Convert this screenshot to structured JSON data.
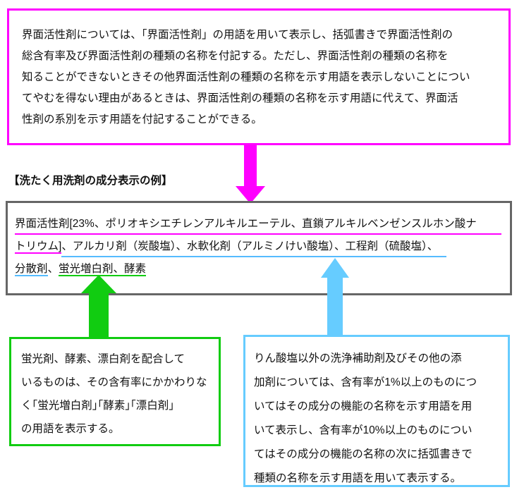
{
  "top_note": {
    "lines": [
      "界面活性剤については、「界面活性剤」の用語を用いて表示し、括弧書きで界面活性剤の",
      "総含有率及び界面活性剤の種類の名称を付記する。ただし、界面活性剤の種類の名称を",
      "知ることができないときその他界面活性剤の種類の名称を示す用語を表示しないことについ",
      "てやむを得ない理由があるときは、界面活性剤の種類の名称を示す用語に代えて、界面活",
      "性剤の系別を示す用語を付記することができる。"
    ]
  },
  "example": {
    "heading": "【洗たく用洗剤の成分表示の例】",
    "line1": "界面活性剤[23%、ポリオキシエチレンアルキルエーテル、直鎖アルキルベンゼンスルホン酸ナ",
    "line2_a": "トリウム]",
    "line2_b": "、アルカリ剤（炭酸塩）、水軟化剤（アルミノけい酸塩）、工程剤（硫酸塩）、",
    "line3_a": "分散剤",
    "line3_sep": "、",
    "line3_b": "蛍光増白剤、酵素"
  },
  "green_note": {
    "lines": [
      "蛍光剤、酵素、漂白剤を配合して",
      "いるものは、その含有率にかかわりな",
      "く｢蛍光増白剤｣｢酵素｣｢漂白剤｣",
      "の用語を表示する。"
    ]
  },
  "blue_note": {
    "lines": [
      "りん酸塩以外の洗浄補助剤及びその他の添",
      "加剤については、含有率が1%以上のものにつ",
      "いてはその成分の機能の名称を示す用語を用",
      "いて表示し、含有率が10%以上のものについ",
      "てはその成分の機能の名称の次に括弧書きで",
      "種類の名称を示す用語を用いて表示する。"
    ]
  },
  "colors": {
    "magenta": "#ff00ff",
    "green": "#11cc11",
    "blue": "#66ccff",
    "gray": "#666666"
  }
}
